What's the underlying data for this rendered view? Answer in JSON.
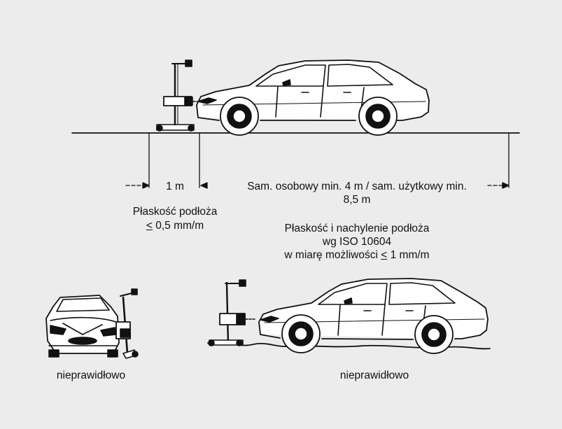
{
  "dimensions": {
    "gap_1": "1 m",
    "gap_2_line1": "Sam. osobowy min. 4 m / sam. użytkowy min.",
    "gap_2_line2": "8,5 m"
  },
  "flatness_left": {
    "line1": "Płaskość podłoża",
    "le_sign": "<",
    "line2_rest": " 0,5 mm/m"
  },
  "flatness_right": {
    "line1": "Płaskość i nachylenie podłoża",
    "line2": "wg ISO 10604",
    "line3_prefix": "w miarę możliwości ",
    "le_sign": "<",
    "line3_rest": " 1 mm/m"
  },
  "examples": {
    "left_caption": "nieprawidłowo",
    "right_caption": "nieprawidłowo"
  }
}
